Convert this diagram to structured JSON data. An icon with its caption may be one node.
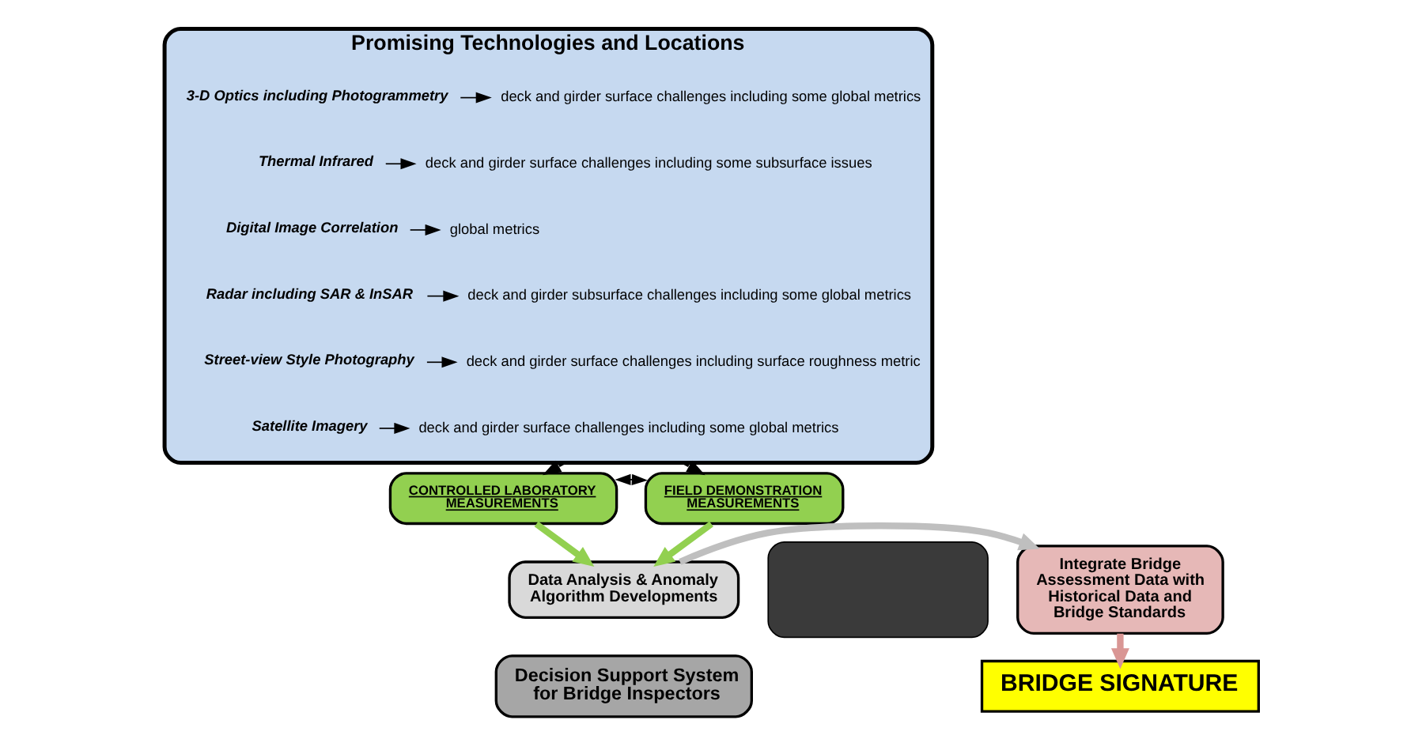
{
  "diagram": {
    "nodes": [
      {
        "text": [
          "Promising Technologies and Locations"
        ]
      },
      {
        "text": [
          "3-D Optics including Photogrammetry"
        ],
        "in": 0
      },
      {
        "text": [
          "Thermal Infrared"
        ],
        "in": 0
      },
      {
        "text": [
          "Digital Image Correlation"
        ],
        "in": 0
      },
      {
        "text": [
          "Radar including SAR & InSAR"
        ],
        "in": 0
      },
      {
        "text": [
          "Street-view Style Photography"
        ],
        "in": 0
      },
      {
        "text": [
          "Satellite Imagery"
        ],
        "in": 0
      },
      {
        "text": [
          "deck and girder surface challenges including some global metrics"
        ],
        "in": 0
      },
      {
        "text": [
          "deck and girder surface challenges including some subsurface issues"
        ],
        "in": 0
      },
      {
        "text": [
          "global metrics"
        ],
        "in": 0
      },
      {
        "text": [
          "deck and girder subsurface challenges including some global metrics"
        ],
        "in": 0
      },
      {
        "text": [
          "deck and girder surface challenges including surface roughness metric"
        ],
        "in": 0
      },
      {
        "text": [
          "deck and girder surface challenges including some global metrics"
        ],
        "in": 0
      },
      {
        "text": [
          "CONTROLLED LABORATORY MEASUREMENTS"
        ]
      },
      {
        "text": [
          "FIELD DEMONSTRATION MEASUREMENTS"
        ]
      },
      {
        "text": [
          "Data Analysis & Anomaly Algorithm Developments"
        ]
      },
      {
        "text": [
          "Decision Support System",
          "for Bridge Inspectors"
        ]
      },
      {
        "text": [],
        "shape": "box"
      },
      {
        "text": [
          "Integrate Bridge Assessment Data with Historical Data and Bridge Standards"
        ]
      },
      {
        "text": [
          "BRIDGE SIGNATURE"
        ]
      }
    ],
    "edges": [
      {
        "from": 1,
        "to": 7,
        "arrow": "to"
      },
      {
        "from": 2,
        "to": 8,
        "arrow": "to"
      },
      {
        "from": 3,
        "to": 9,
        "arrow": "to"
      },
      {
        "from": 4,
        "to": 10,
        "arrow": "to"
      },
      {
        "from": 5,
        "to": 11,
        "arrow": "to"
      },
      {
        "from": 6,
        "to": 12,
        "arrow": "to"
      },
      {
        "from": 0,
        "to": 13,
        "arrow": "to",
        "style": "dashed"
      },
      {
        "from": 0,
        "to": 14,
        "arrow": "to",
        "style": "dashed"
      },
      {
        "from": 13,
        "to": 14,
        "arrow": "both"
      },
      {
        "from": 13,
        "to": 15,
        "arrow": "to",
        "style": "thick",
        "color": "#92d050"
      },
      {
        "from": 14,
        "to": 15,
        "arrow": "to",
        "style": "thick",
        "color": "#92d050"
      },
      {
        "from": 15,
        "to": 18,
        "arrow": "to",
        "style": "thick",
        "color": "#bfbfbf"
      },
      {
        "from": 18,
        "to": 19,
        "arrow": "to",
        "style": "thick",
        "color": "#d99694"
      }
    ]
  }
}
